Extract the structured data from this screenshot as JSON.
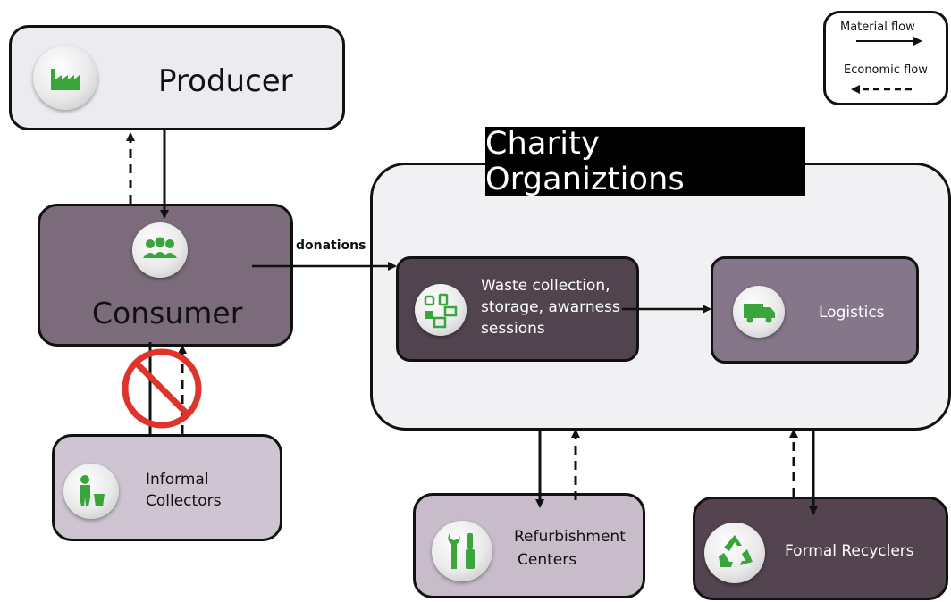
{
  "legend": {
    "material_flow": "Material flow",
    "economic_flow": "Economic flow"
  },
  "nodes": {
    "producer": "Producer",
    "consumer": "Consumer",
    "informal_line1": "Informal",
    "informal_line2": "Collectors",
    "charity_title": "Charity Organiztions",
    "waste_line1": "Waste collection,",
    "waste_line2": "storage, awarness",
    "waste_line3": "sessions",
    "logistics": "Logistics",
    "refurb_line1": "Refurbishment",
    "refurb_line2": "Centers",
    "recyclers": "Formal Recyclers"
  },
  "edges": {
    "donations": "donations"
  },
  "colors": {
    "icon_green": "#3aa53a",
    "prohibited_red": "#e0332b"
  },
  "icons": {
    "producer": "factory-icon",
    "consumer": "people-group-icon",
    "informal": "person-trash-icon",
    "waste": "devices-icon",
    "logistics": "truck-icon",
    "refurb": "tools-icon",
    "recyclers": "recycle-icon",
    "prohibited": "prohibited-icon"
  }
}
